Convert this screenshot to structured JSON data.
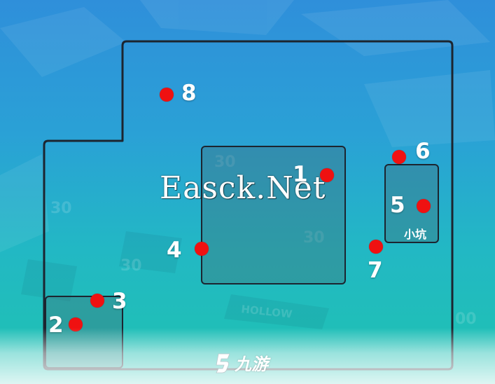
{
  "colors": {
    "background_top": "#2f8fda",
    "background_bottom": "#1fc3b0",
    "boundary": "#1c2530",
    "marker": "#ef1111",
    "label": "#ffffff"
  },
  "map": {
    "markers": [
      {
        "id": "1",
        "label": "1"
      },
      {
        "id": "2",
        "label": "2"
      },
      {
        "id": "3",
        "label": "3"
      },
      {
        "id": "4",
        "label": "4"
      },
      {
        "id": "5",
        "label": "5"
      },
      {
        "id": "6",
        "label": "6"
      },
      {
        "id": "7",
        "label": "7"
      },
      {
        "id": "8",
        "label": "8"
      }
    ],
    "pit_label": "小坑",
    "watermark": "Easck.Net",
    "logo": {
      "icon": "nine-game-logo-icon",
      "text": "九游"
    }
  }
}
